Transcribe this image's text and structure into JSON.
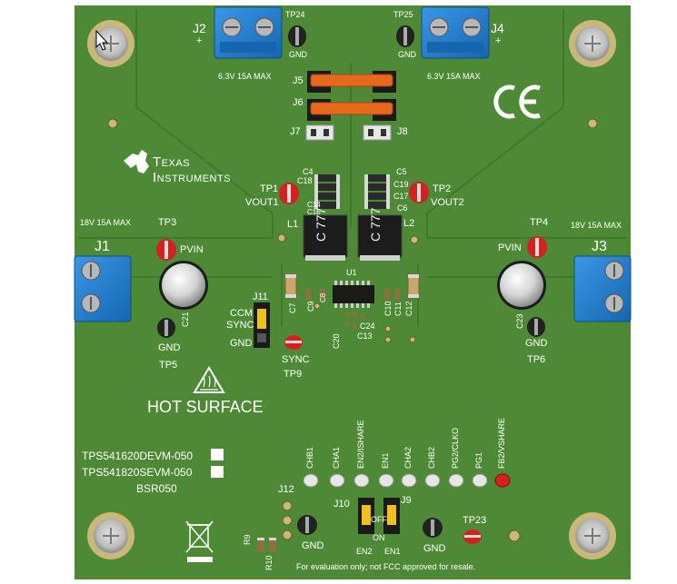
{
  "board": {
    "connectors": {
      "j1": "J1",
      "j2": "J2",
      "j3": "J3",
      "j4": "J4",
      "j5": "J5",
      "j6": "J6",
      "j7": "J7",
      "j8": "J8",
      "j9": "J9",
      "j10": "J10",
      "j11": "J11",
      "j12": "J12",
      "plus": "+"
    },
    "ratings": {
      "out_left": "6.3V 15A MAX",
      "out_right": "6.3V 15A MAX",
      "in_left": "18V 15A MAX",
      "in_right": "18V 15A MAX"
    },
    "testpoints": {
      "tp24": "TP24",
      "tp25": "TP25",
      "gnd": "GND",
      "tp1": "TP1",
      "vout1": "VOUT1",
      "tp2": "TP2",
      "vout2": "VOUT2",
      "tp3": "TP3",
      "tp4": "TP4",
      "pvin": "PVIN",
      "tp5": "TP5",
      "tp6": "TP6",
      "tp9": "TP9",
      "sync": "SYNC",
      "tp23": "TP23"
    },
    "components": {
      "c4": "C4",
      "c18": "C18",
      "c14": "C14",
      "c15": "C15",
      "c5": "C5",
      "c19": "C19",
      "c17": "C17",
      "c6": "C6",
      "l1": "L1",
      "l2": "L2",
      "u1": "U1",
      "c7": "C7",
      "c9": "C9",
      "c10": "C10",
      "c11": "C11",
      "c12": "C12",
      "c8": "C8",
      "c24": "C24",
      "c20": "C20",
      "c13": "C13",
      "c21": "C21",
      "c23": "C23",
      "r9": "R9",
      "r10": "R10"
    },
    "inductor_mark": "C 777",
    "jumper_j11": {
      "ccm": "CCM",
      "sync": "SYNC",
      "gnd": "GND"
    },
    "logo": {
      "line1": "Texas",
      "line2": "Instruments"
    },
    "ce_mark": "CE",
    "warning": "HOT SURFACE",
    "part_numbers": [
      "TPS541620DEVM-050",
      "TPS541820SEVM-050",
      "BSR050"
    ],
    "signal_labels": [
      "CHB1",
      "CHA1",
      "EN2/ISHARE",
      "EN1",
      "CHA2",
      "CHB2",
      "PG2/CLKO",
      "PG1",
      "FB2/VSHARE"
    ],
    "enables": {
      "off": "OFF",
      "on": "ON",
      "en2": "EN2",
      "en1": "EN1"
    },
    "disclaimer": "For evaluation only; not FCC approved for resale.",
    "colors": {
      "pcb": "#4e8a35",
      "pcb_edge": "#3f7a2a",
      "terminal_blue": "#1f7fd0",
      "testpoint_red": "#d42020",
      "testpoint_black": "#222222",
      "jumper_orange": "#e66a1e",
      "silkscreen": "#ffffff",
      "screw_brass": "#c9b87a"
    },
    "icons": [
      "weee-bin-icon",
      "hot-surface-warning-icon",
      "ti-logo-icon",
      "ce-mark-icon",
      "mouse-cursor-icon"
    ]
  }
}
